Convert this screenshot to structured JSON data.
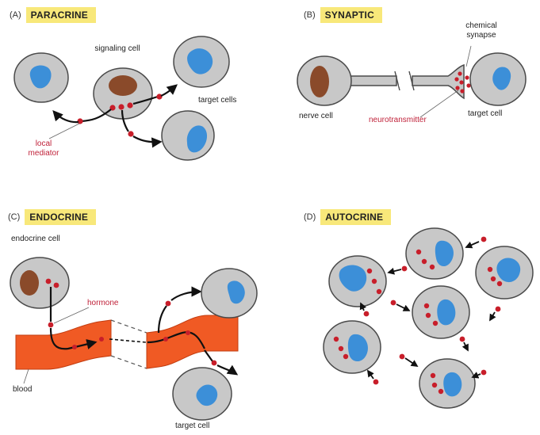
{
  "panels": {
    "a": {
      "letter": "(A)",
      "title": "PARACRINE"
    },
    "b": {
      "letter": "(B)",
      "title": "SYNAPTIC"
    },
    "c": {
      "letter": "(C)",
      "title": "ENDOCRINE"
    },
    "d": {
      "letter": "(D)",
      "title": "AUTOCRINE"
    }
  },
  "labels": {
    "signaling_cell": "signaling cell",
    "target_cells": "target cells",
    "local_mediator": "local mediator",
    "chemical_synapse": "chemical synapse",
    "nerve_cell": "nerve cell",
    "neurotransmitter": "neurotransmitter",
    "target_cell_b": "target cell",
    "endocrine_cell": "endocrine cell",
    "hormone": "hormone",
    "blood": "blood",
    "target_cell_c": "target cell"
  },
  "colors": {
    "cell_fill": "#c8c8c8",
    "cell_stroke": "#4a4a4a",
    "nucleus_blue": "#3c8fd8",
    "nucleus_brown": "#8a4a2a",
    "molecule_red": "#c81e2a",
    "blood_vessel": "#f05a24",
    "label_red": "#c0223a",
    "tag_yellow": "#f8e87a"
  }
}
